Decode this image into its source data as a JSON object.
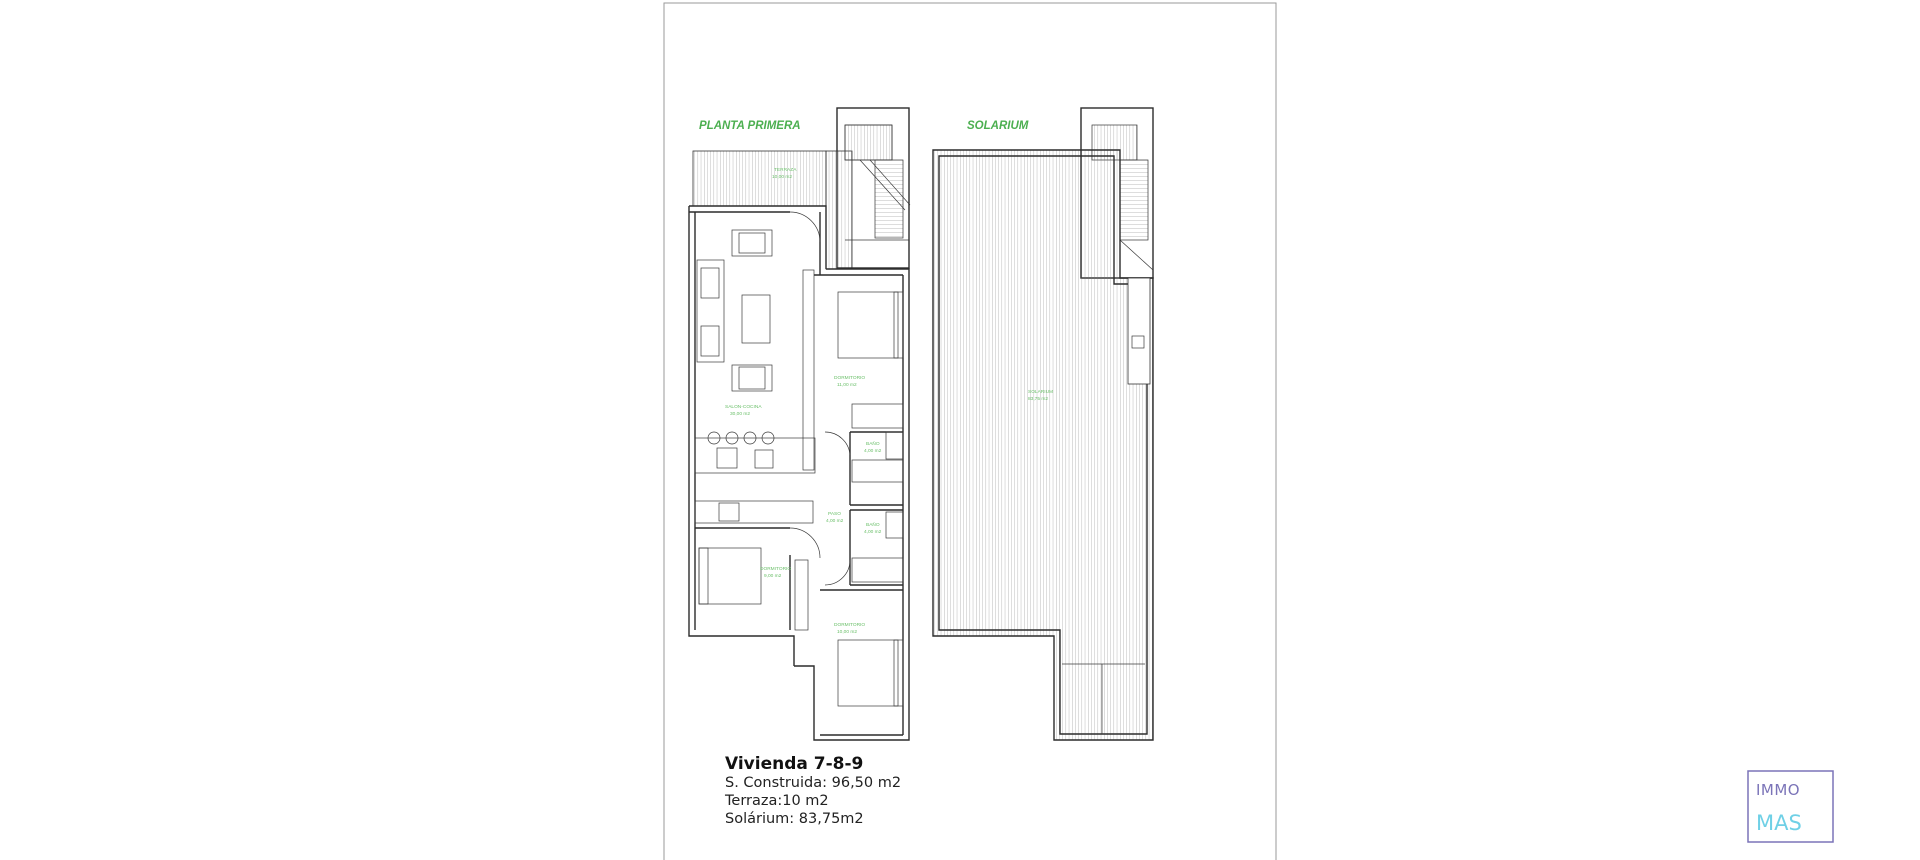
{
  "plans": {
    "first_floor_label": "PLANTA PRIMERA",
    "solarium_label": "SOLARIUM"
  },
  "rooms": {
    "terraza": {
      "name": "TERRAZA",
      "area": "10,00 m2"
    },
    "salon": {
      "name": "SALON-COCINA",
      "area": "30,00 m2"
    },
    "dormitorio1": {
      "name": "DORMITORIO",
      "area": "11,00 m2"
    },
    "bano1": {
      "name": "BAÑO",
      "area": "4,00 m2"
    },
    "paso": {
      "name": "PASO",
      "area": "4,00 m2"
    },
    "bano2": {
      "name": "BAÑO",
      "area": "4,00 m2"
    },
    "dormitorio2": {
      "name": "DORMITORIO",
      "area": "9,00 m2"
    },
    "dormitorio3": {
      "name": "DORMITORIO",
      "area": "10,00 m2"
    },
    "solarium": {
      "name": "SOLARIUM",
      "area": "83,75 m2"
    }
  },
  "info": {
    "title": "Vivienda 7-8-9",
    "construida": "S. Construida: 96,50 m2",
    "terraza": "Terraza:10 m2",
    "solarium": "Solárium: 83,75m2"
  },
  "logo": {
    "top": "IMMO",
    "bottom": "MAS",
    "top_color": "#7b74b8",
    "bottom_color": "#6fd0e6"
  },
  "colors": {
    "label_green": "#4caf50",
    "line": "#2c2c2c"
  }
}
